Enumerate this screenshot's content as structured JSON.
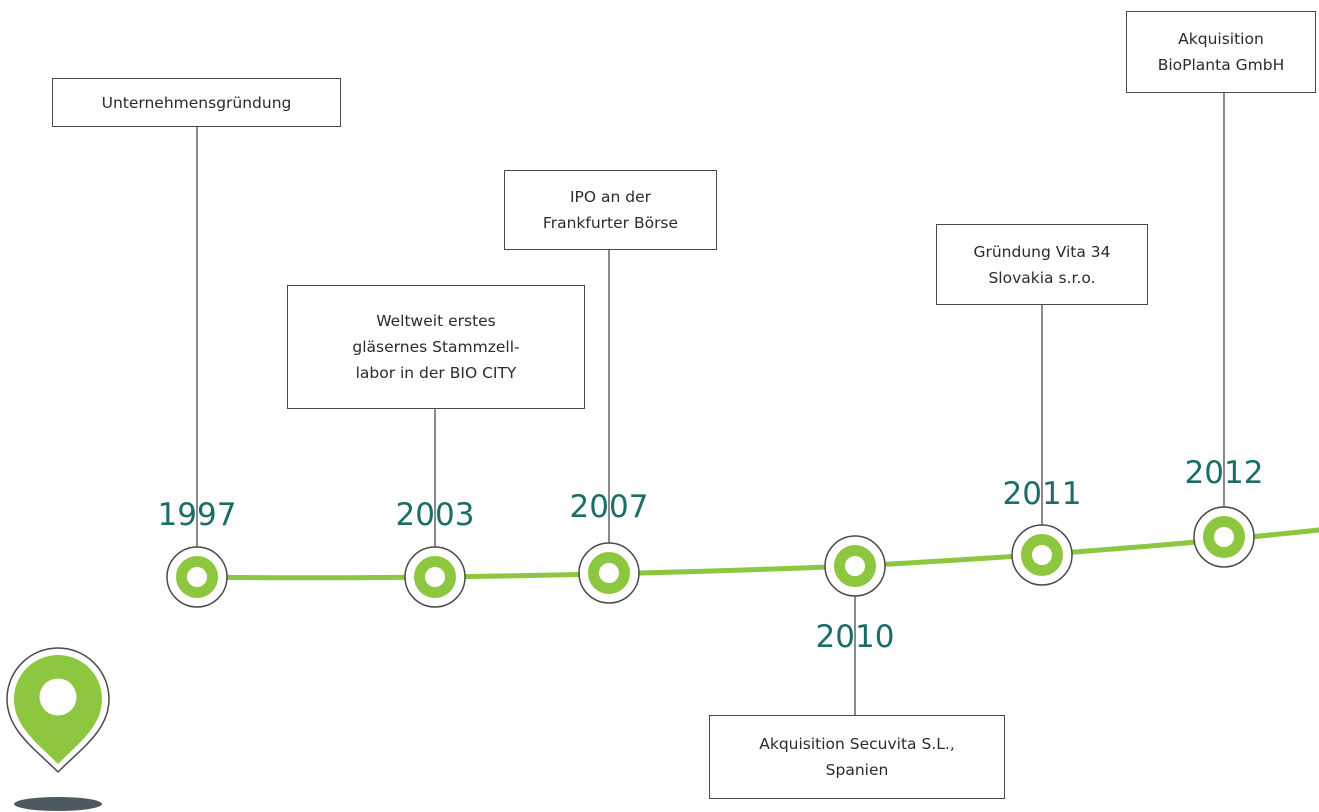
{
  "colors": {
    "timeline_line": "#8dc63f",
    "milestone_ring": "#8dc63f",
    "milestone_outline": "#4a4a4a",
    "year_text": "#1b6e66",
    "connector": "#4a4a4a",
    "pin": "#8dc63f",
    "pin_shadow": "#4e5a62"
  },
  "milestones": [
    {
      "year": "1997",
      "event": "Unternehmensgründung"
    },
    {
      "year": "2003",
      "event": "Weltweit erstes\ngläsernes Stammzell-\nlabor in der BIO CITY"
    },
    {
      "year": "2007",
      "event": "IPO an der\nFrankfurter Börse"
    },
    {
      "year": "2010",
      "event": "Akquisition Secuvita S.L.,\nSpanien"
    },
    {
      "year": "2011",
      "event": "Gründung Vita 34\nSlovakia s.r.o."
    },
    {
      "year": "2012",
      "event": "Akquisition\nBioPlanta GmbH"
    }
  ],
  "icons": {
    "start_pin": "location-pin-icon"
  }
}
